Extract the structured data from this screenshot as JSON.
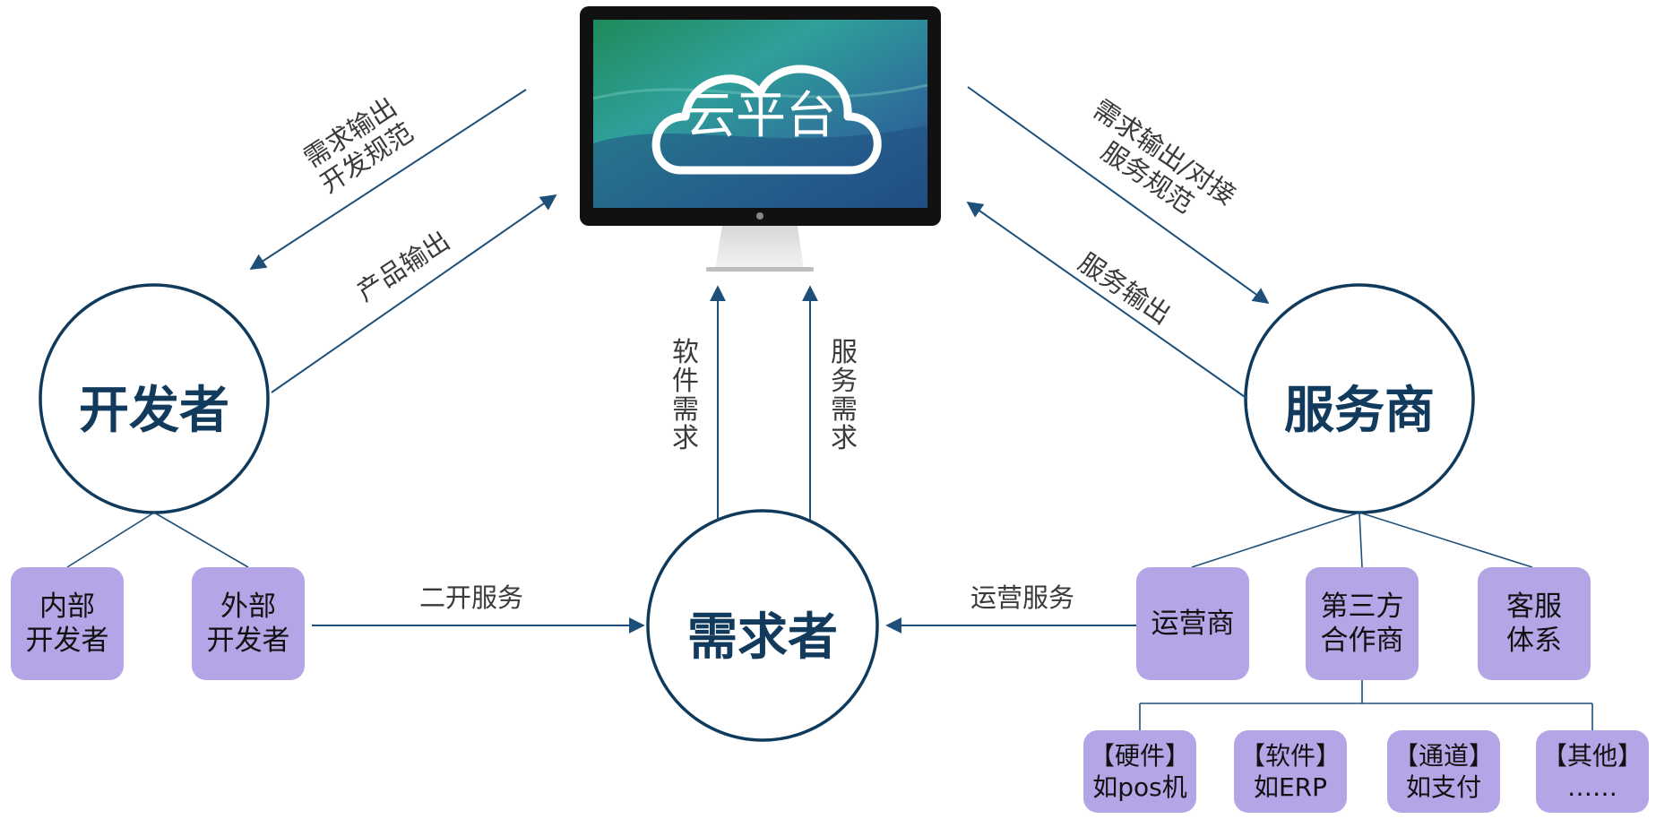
{
  "platform": {
    "label": "云平台"
  },
  "nodes": {
    "developer": "开发者",
    "provider": "服务商",
    "consumer": "需求者"
  },
  "developer_children": {
    "internal": "内部\n开发者",
    "external": "外部\n开发者"
  },
  "provider_children": {
    "operator": "运营商",
    "third_party": "第三方\n合作商",
    "support": "客服\n体系"
  },
  "third_party_children": {
    "hardware": "【硬件】\n如pos机",
    "software": "【软件】\n如ERP",
    "channel": "【通道】\n如支付",
    "other": "【其他】\n……"
  },
  "edges": {
    "platform_to_developer": "需求输出\n开发规范",
    "developer_to_platform": "产品输出",
    "platform_to_provider": "需求输出/对接\n服务规范",
    "provider_to_platform": "服务输出",
    "consumer_software": "软件需求",
    "consumer_service": "服务需求",
    "developer_to_consumer": "二开服务",
    "provider_to_consumer": "运营服务"
  },
  "colors": {
    "node_stroke": "#0f3a5c",
    "node_text": "#123a5c",
    "arrow": "#1d4f79",
    "box_fill": "#b3a5e6"
  }
}
